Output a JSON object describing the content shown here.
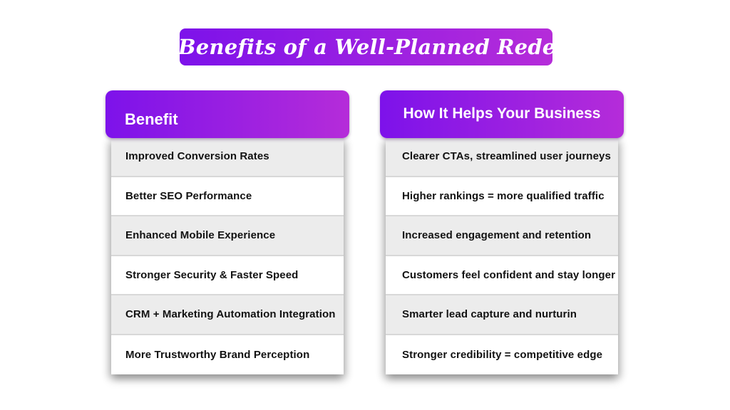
{
  "title": {
    "text": "The Benefits of a Well-Planned Redesign"
  },
  "colors": {
    "gradient_start": "#7d12ea",
    "gradient_end": "#b52cd9",
    "row_alt": "#ececec",
    "row_white": "#ffffff",
    "divider": "#d8d8d8",
    "text_dark": "#121212"
  },
  "left_table": {
    "header": "Benefit",
    "rows": [
      "Improved Conversion Rates",
      "Better SEO Performance",
      "Enhanced Mobile Experience",
      "Stronger Security & Faster Speed",
      "CRM + Marketing Automation Integration",
      "More Trustworthy Brand Perception"
    ]
  },
  "right_table": {
    "header": "How It Helps Your Business",
    "rows": [
      "Clearer CTAs, streamlined user journeys",
      "Higher rankings = more qualified traffic",
      "Increased engagement and retention",
      "Customers feel confident and stay longer",
      "Smarter lead capture and nurturin",
      "Stronger credibility = competitive edge"
    ]
  }
}
